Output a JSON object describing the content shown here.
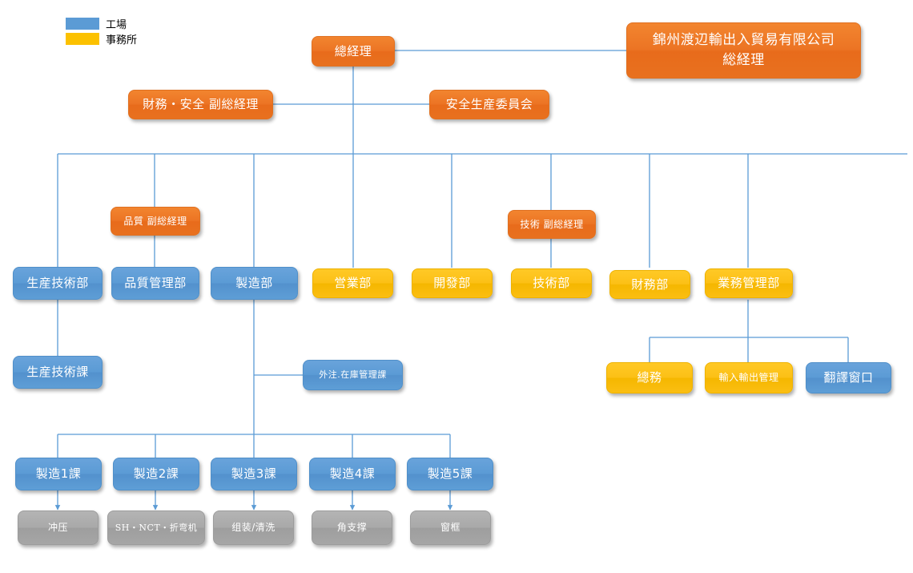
{
  "legend": {
    "items": [
      {
        "label": "工場",
        "color": "#5b9bd5",
        "swatch": "blue"
      },
      {
        "label": "事務所",
        "color": "#fcc100",
        "swatch": "yellow"
      }
    ]
  },
  "colors": {
    "orange": "#ec7424",
    "blue": "#5b9bd5",
    "yellow": "#fcc016",
    "gray": "#a9a9a9",
    "connector": "#5b9bd5"
  },
  "nodes": {
    "general_manager": "總経理",
    "parent_company_line1": "錦州渡辺輸出入貿易有限公司",
    "parent_company_line2": "総経理",
    "finance_safety_deputy": "財務・安全 副総経理",
    "safety_production_committee": "安全生産委員会",
    "quality_deputy": "品質 副総経理",
    "technology_deputy": "技術 副総経理",
    "production_tech_dept": "生産技術部",
    "quality_control_dept": "品質管理部",
    "manufacturing_dept": "製造部",
    "sales_dept": "営業部",
    "development_dept": "開發部",
    "technology_dept": "技術部",
    "finance_dept": "財務部",
    "business_admin_dept": "業務管理部",
    "production_tech_section": "生産技術課",
    "outsourcing_inventory_section": "外注.在庫管理課",
    "general_affairs": "總務",
    "import_export_admin": "輸入輸出管理",
    "translation_window": "翻譯窗口",
    "manufacturing_section_1": "製造1課",
    "manufacturing_section_2": "製造2課",
    "manufacturing_section_3": "製造3課",
    "manufacturing_section_4": "製造4課",
    "manufacturing_section_5": "製造5課",
    "process_stamping": "冲压",
    "process_sh_nct_bender": "SH・NCT・折弯机",
    "process_assembly_cleaning": "组装/清洗",
    "process_corner_support": "角支撑",
    "process_window_frame": "窗框"
  }
}
